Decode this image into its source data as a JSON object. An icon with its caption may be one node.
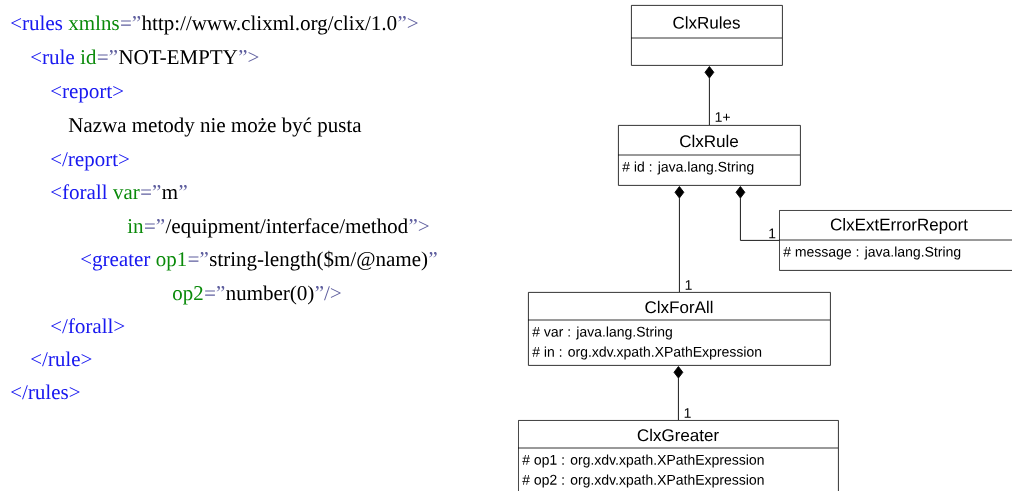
{
  "diagram": {
    "nodes": [
      {
        "text": [
          "ClxRules"
        ]
      },
      {
        "text": [
          "ClxRule",
          "# id : java.lang.String"
        ]
      },
      {
        "text": [
          "ClxExtErrorReport",
          "# message : java.lang.String"
        ]
      },
      {
        "text": [
          "ClxForAll",
          "# var : java.lang.String",
          "# in : org.xdv.xpath.XPathExpression"
        ]
      },
      {
        "text": [
          "ClxGreater",
          "# op1 : org.xdv.xpath.XPathExpression",
          "# op2 : org.xdv.xpath.XPathExpression"
        ]
      }
    ],
    "edges": [
      {
        "from": 0,
        "to": 1,
        "arrow": "other",
        "label": "1+"
      },
      {
        "from": 1,
        "to": 2,
        "arrow": "other",
        "label": "1"
      },
      {
        "from": 1,
        "to": 3,
        "arrow": "other",
        "label": "1"
      },
      {
        "from": 3,
        "to": 4,
        "arrow": "other",
        "label": "1"
      }
    ],
    "labels": [
      "<rules",
      "xmlns",
      "=”",
      "http://www.clixml.org/clix/1.0",
      "”>",
      "<rule",
      "id",
      "=”",
      "NOT-EMPTY",
      "”>",
      "<report>",
      "Nazwa metody nie może być pusta",
      "</report>",
      "<forall",
      "var",
      "=”",
      "m",
      "”",
      "in",
      "=”",
      "/equipment/interface/method",
      "”>",
      "<greater",
      "op1",
      "=”",
      "string-length($m/@name)",
      "”",
      "op2",
      "=”",
      "number(0)",
      "”/>",
      "</forall>",
      "</rule>",
      "</rules>"
    ]
  }
}
